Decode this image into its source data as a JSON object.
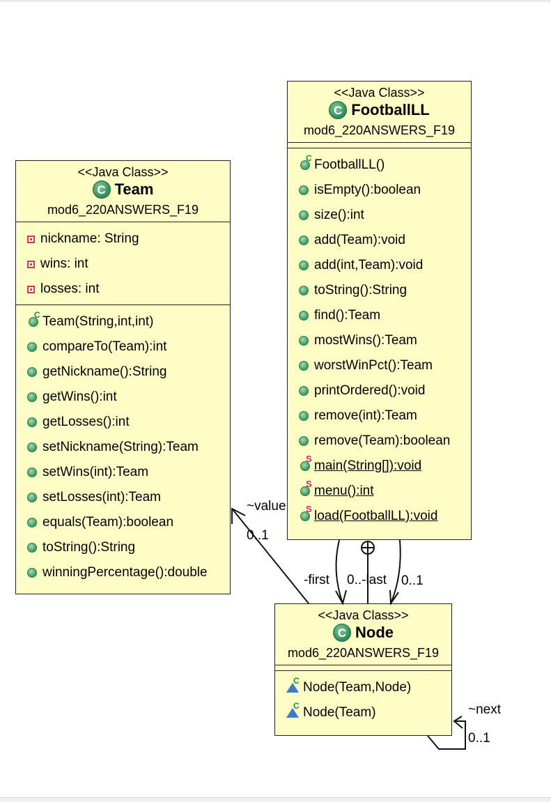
{
  "classes": {
    "team": {
      "stereotype": "<<Java Class>>",
      "name": "Team",
      "package": "mod6_220ANSWERS_F19",
      "fields": [
        "nickname: String",
        "wins: int",
        "losses: int"
      ],
      "methods": [
        "Team(String,int,int)",
        "compareTo(Team):int",
        "getNickname():String",
        "getWins():int",
        "getLosses():int",
        "setNickname(String):Team",
        "setWins(int):Team",
        "setLosses(int):Team",
        "equals(Team):boolean",
        "toString():String",
        "winningPercentage():double"
      ]
    },
    "footballll": {
      "stereotype": "<<Java Class>>",
      "name": "FootballLL",
      "package": "mod6_220ANSWERS_F19",
      "methods": [
        "FootballLL()",
        "isEmpty():boolean",
        "size():int",
        "add(Team):void",
        "add(int,Team):void",
        "toString():String",
        "find():Team",
        "mostWins():Team",
        "worstWinPct():Team",
        "printOrdered():void",
        "remove(int):Team",
        "remove(Team):boolean",
        "main(String[]):void",
        "menu():int",
        "load(FootballLL):void"
      ]
    },
    "node": {
      "stereotype": "<<Java Class>>",
      "name": "Node",
      "package": "mod6_220ANSWERS_F19",
      "methods": [
        "Node(Team,Node)",
        "Node(Team)"
      ]
    }
  },
  "badges": {
    "constructor": "C",
    "static": "S",
    "class_icon": "C"
  },
  "associations": {
    "value_role": "~value",
    "value_mult": "0..1",
    "first_role": "-first",
    "first_last_mult": "0..-last",
    "last_mult": "0..1",
    "next_role": "~next",
    "next_mult": "0..1"
  },
  "colors": {
    "box_fill": "#fdfdc6",
    "method_green": "#3a9a5e",
    "private_red": "#d23a46",
    "package_blue": "#3d7cc9"
  }
}
